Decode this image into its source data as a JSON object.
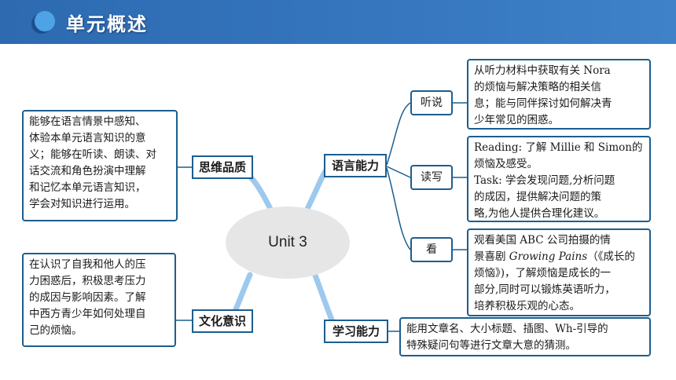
{
  "header": {
    "title": "单元概述"
  },
  "center": {
    "label": "Unit 3"
  },
  "branches": {
    "thinking": {
      "label": "思维品质",
      "text": [
        "能够在语言情景中感知、",
        "体验本单元语言知识的意",
        "义；能够在听读、朗读、对",
        "话交流和角色扮演中理解",
        "和记忆本单元语言知识，",
        "学会对知识进行运用。"
      ]
    },
    "culture": {
      "label": "文化意识",
      "text": [
        "在认识了自我和他人的压",
        "力困惑后，积极思考压力",
        "的成因与影响因素。了解",
        "中西方青少年如何处理自",
        "己的烦恼。"
      ]
    },
    "language": {
      "label": "语言能力",
      "listen": {
        "label": "听说",
        "text": [
          "从听力材料中获取有关 Nora",
          "的烦恼与解决策略的相关信",
          "息；能与同伴探讨如何解决青",
          "少年常见的困惑。"
        ]
      },
      "read": {
        "label": "读写",
        "text": [
          "Reading: 了解 Millie 和 Simon的",
          "烦恼及感受。",
          "Task: 学会发现问题,分析问题",
          "的成因，提供解决问题的策",
          "略,为他人提供合理化建议。"
        ]
      },
      "view": {
        "label": "看",
        "line1": "观看美国 ABC 公司拍摄的情",
        "line2_pre": "景喜剧 ",
        "line2_italic": "Growing Pains",
        "line2_post": "（《成长的",
        "line3": "烦恼》)，了解烦恼是成长的一",
        "line4": "部分,同时可以锻炼英语听力，",
        "line5": "培养积极乐观的心态。"
      }
    },
    "learning": {
      "label": "学习能力",
      "text": [
        "能用文章名、大小标题、插图、Wh-引导的",
        "特殊疑问句等进行文章大意的猜测。"
      ]
    }
  },
  "colors": {
    "header": "#3677c0",
    "link_blue": "#9ec9ef",
    "link_dark": "#1c5e8f",
    "border": "#1c5e8f"
  }
}
